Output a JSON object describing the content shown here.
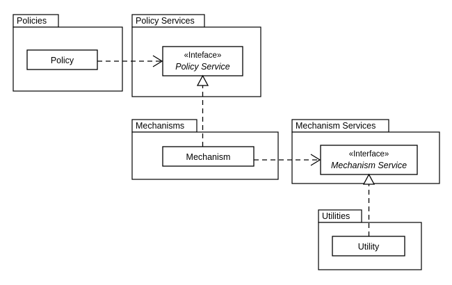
{
  "diagram": {
    "type": "uml-package-class-diagram",
    "background_color": "#ffffff",
    "line_color": "#000000",
    "packages": [
      {
        "id": "policies",
        "name": "Policies",
        "classes": [
          {
            "id": "policy",
            "name": "Policy",
            "kind": "class",
            "stereotype": ""
          }
        ]
      },
      {
        "id": "policy-services",
        "name": "Policy Services",
        "classes": [
          {
            "id": "policy-service",
            "name": "Policy Service",
            "kind": "interface",
            "stereotype": "«Inteface»"
          }
        ]
      },
      {
        "id": "mechanisms",
        "name": "Mechanisms",
        "classes": [
          {
            "id": "mechanism",
            "name": "Mechanism",
            "kind": "class",
            "stereotype": ""
          }
        ]
      },
      {
        "id": "mechanism-services",
        "name": "Mechanism Services",
        "classes": [
          {
            "id": "mechanism-service",
            "name": "Mechanism Service",
            "kind": "interface",
            "stereotype": "«Interface»"
          }
        ]
      },
      {
        "id": "utilities",
        "name": "Utilities",
        "classes": [
          {
            "id": "utility",
            "name": "Utility",
            "kind": "class",
            "stereotype": ""
          }
        ]
      }
    ],
    "relationships": [
      {
        "id": "policy-uses-policy-service",
        "type": "dependency",
        "from": "policy",
        "to": "policy-service",
        "style": "dashed-open-arrow"
      },
      {
        "id": "mechanism-realizes-policy-service",
        "type": "realization",
        "from": "mechanism",
        "to": "policy-service",
        "style": "dashed-hollow-triangle"
      },
      {
        "id": "mechanism-uses-mechanism-service",
        "type": "dependency",
        "from": "mechanism",
        "to": "mechanism-service",
        "style": "dashed-open-arrow"
      },
      {
        "id": "utility-realizes-mechanism-service",
        "type": "realization",
        "from": "utility",
        "to": "mechanism-service",
        "style": "dashed-hollow-triangle"
      }
    ]
  }
}
